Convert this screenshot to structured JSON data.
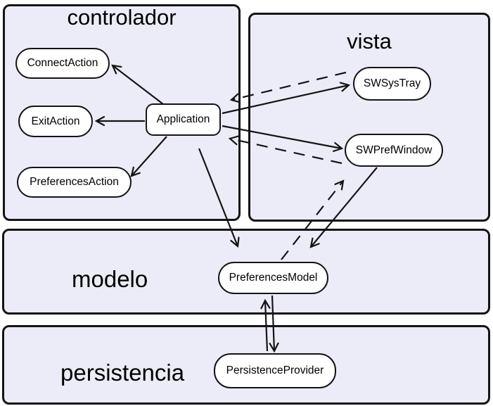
{
  "diagram": {
    "type": "architecture-diagram",
    "containers": [
      {
        "id": "controlador",
        "title": "controlador"
      },
      {
        "id": "vista",
        "title": "vista"
      },
      {
        "id": "modelo",
        "title": "modelo"
      },
      {
        "id": "persistencia",
        "title": "persistencia"
      }
    ],
    "nodes": [
      {
        "id": "ConnectAction",
        "label": "ConnectAction",
        "container": "controlador"
      },
      {
        "id": "ExitAction",
        "label": "ExitAction",
        "container": "controlador"
      },
      {
        "id": "PreferencesAction",
        "label": "PreferencesAction",
        "container": "controlador"
      },
      {
        "id": "Application",
        "label": "Application",
        "container": "controlador"
      },
      {
        "id": "SWSysTray",
        "label": "SWSysTray",
        "container": "vista"
      },
      {
        "id": "SWPrefWindow",
        "label": "SWPrefWindow",
        "container": "vista"
      },
      {
        "id": "PreferencesModel",
        "label": "PreferencesModel",
        "container": "modelo"
      },
      {
        "id": "PersistenceProvider",
        "label": "PersistenceProvider",
        "container": "persistencia"
      }
    ],
    "edges": [
      {
        "from": "Application",
        "to": "ConnectAction",
        "style": "solid"
      },
      {
        "from": "Application",
        "to": "ExitAction",
        "style": "solid"
      },
      {
        "from": "Application",
        "to": "PreferencesAction",
        "style": "solid"
      },
      {
        "from": "Application",
        "to": "SWSysTray",
        "style": "solid"
      },
      {
        "from": "SWSysTray",
        "to": "Application",
        "style": "dashed"
      },
      {
        "from": "Application",
        "to": "SWPrefWindow",
        "style": "solid"
      },
      {
        "from": "SWPrefWindow",
        "to": "Application",
        "style": "dashed"
      },
      {
        "from": "Application",
        "to": "PreferencesModel",
        "style": "solid"
      },
      {
        "from": "SWPrefWindow",
        "to": "PreferencesModel",
        "style": "solid"
      },
      {
        "from": "PreferencesModel",
        "to": "SWPrefWindow",
        "style": "dashed"
      },
      {
        "from": "PersistenceProvider",
        "to": "PreferencesModel",
        "style": "solid"
      },
      {
        "from": "PreferencesModel",
        "to": "PersistenceProvider",
        "style": "solid"
      }
    ],
    "colors": {
      "container_fill": "#ececf9",
      "container_border": "#141414",
      "node_fill": "#ffffff",
      "node_border": "#141414",
      "arrow": "#141414",
      "canvas_background": "#ffffff"
    }
  }
}
